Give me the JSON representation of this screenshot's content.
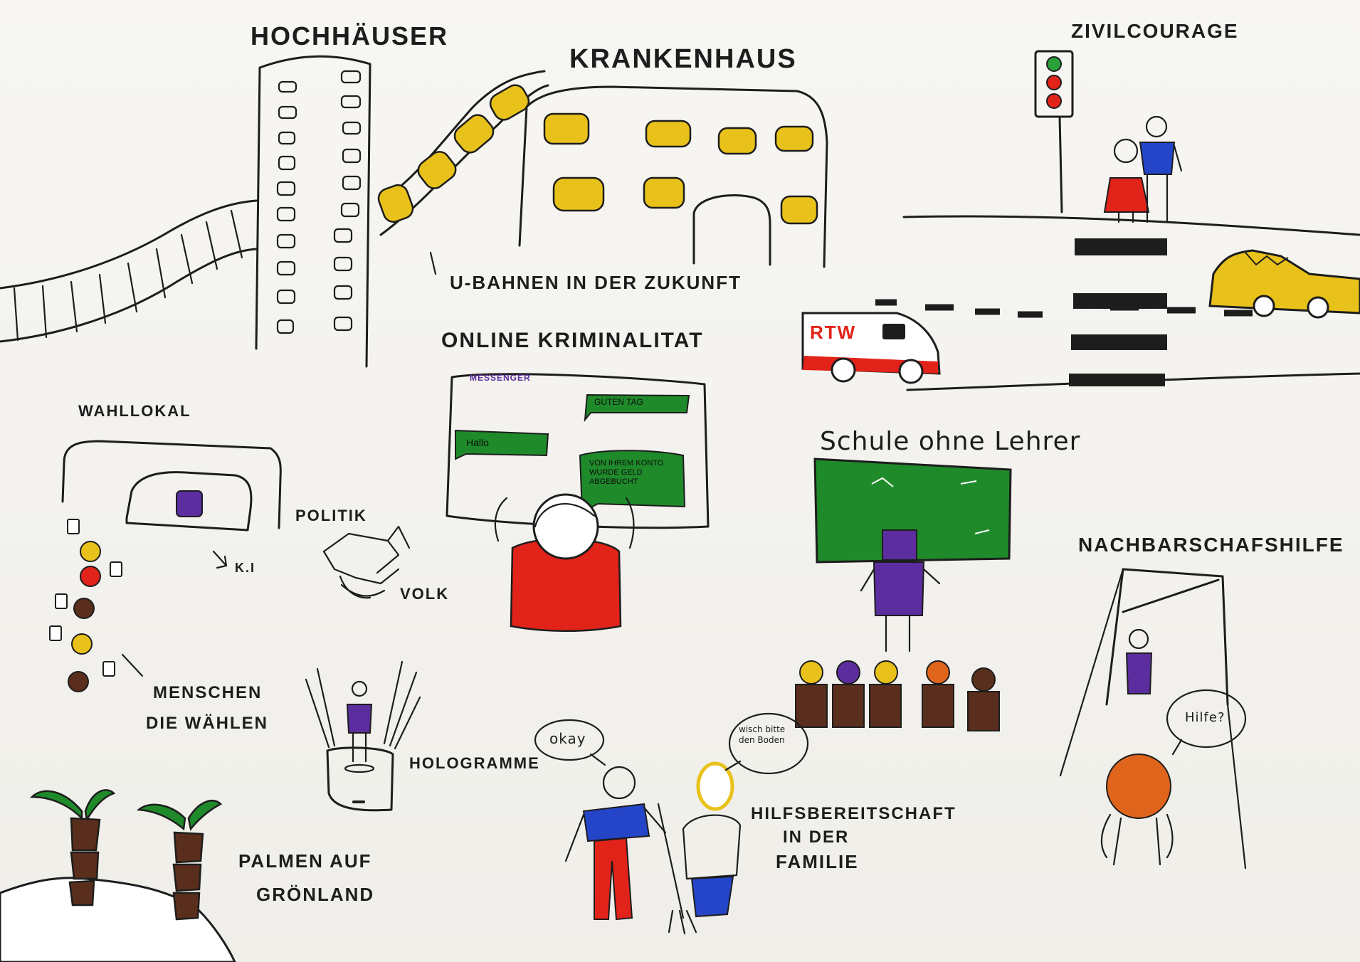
{
  "labels": {
    "hochhaeuser": "HOCHHÄUSER",
    "krankenhaus": "KRANKENHAUS",
    "zivilcourage": "ZIVILCOURAGE",
    "ubahnen": "U-BAHNEN IN DER ZUKUNFT",
    "online_kriminalitaet": "ONLINE KRIMINALITAT",
    "wahllokal": "WAHLLOKAL",
    "politik": "POLITIK",
    "volk": "VOLK",
    "ki": "K.I",
    "menschen_line1": "MENSCHEN",
    "menschen_line2": "DIE WÄHLEN",
    "hologramme": "HOLOGRAMME",
    "schule": "Schule ohne Lehrer",
    "nachbarschaftshilfe": "NACHBARSCHAFSHILFE",
    "hilfsbereitschaft_line1": "HILFSBEREITSCHAFT",
    "hilfsbereitschaft_line2": "IN DER",
    "hilfsbereitschaft_line3": "FAMILIE",
    "palmen_line1": "PALMEN AUF",
    "palmen_line2": "GRÖNLAND"
  },
  "messenger": {
    "app_name": "MESSENGER",
    "bubble_1": "GUTEN TAG",
    "bubble_2": "Hallo",
    "bubble_3": "VON IHREM KONTO WURDE GELD ABGEBUCHT"
  },
  "vehicles": {
    "ambulance_text": "RTW"
  },
  "speech": {
    "okay": "okay",
    "wisch": "wisch bitte den Boden",
    "hilfe": "Hilfe?"
  },
  "colors": {
    "ink": "#1d1d1d",
    "yellow": "#e8c21a",
    "green": "#1f8a2a",
    "red": "#e2231a",
    "blue": "#2545c9",
    "purple": "#5b2d9e",
    "brown": "#5a2e1c",
    "orange": "#e0651c"
  }
}
